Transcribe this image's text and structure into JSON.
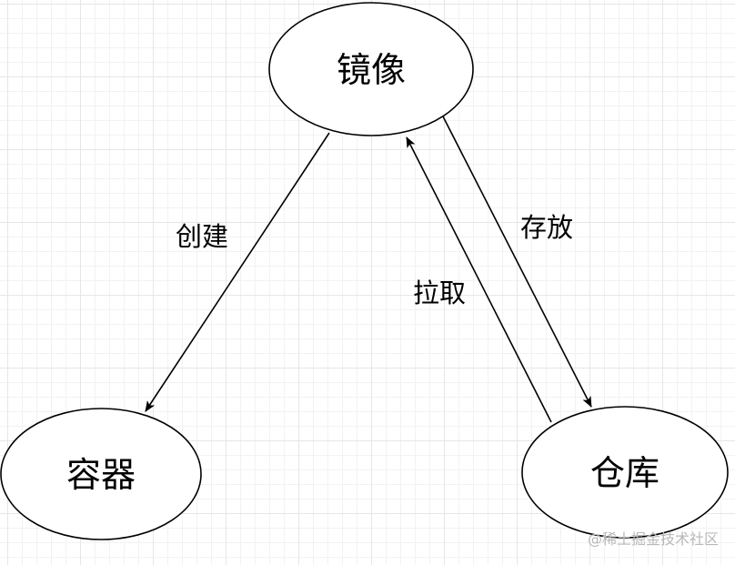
{
  "nodes": {
    "image": {
      "label": "镜像"
    },
    "container": {
      "label": "容器"
    },
    "repository": {
      "label": "仓库"
    }
  },
  "edges": {
    "create": {
      "label": "创建"
    },
    "pull": {
      "label": "拉取"
    },
    "store": {
      "label": "存放"
    }
  },
  "watermark": "@稀土掘金技术社区",
  "colors": {
    "stroke": "#000000",
    "background": "#ffffff",
    "grid": "#e6e6e6",
    "watermark": "#b8b8b8"
  }
}
